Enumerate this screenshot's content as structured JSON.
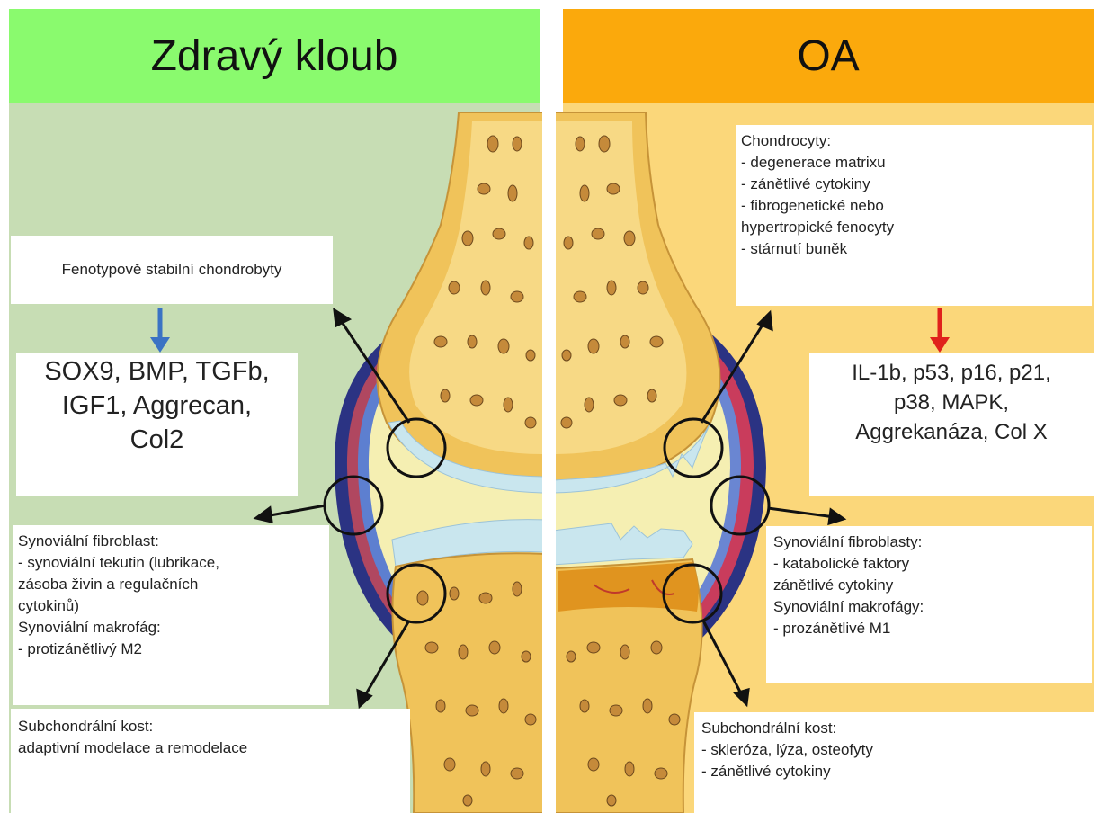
{
  "headers": {
    "left": "Zdravý kloub",
    "right": "OA"
  },
  "left": {
    "phenotype_box": "Fenotypově stabilní chondrobyty",
    "markers": [
      "SOX9, BMP, TGFb,",
      "IGF1, Aggrecan,",
      "Col2"
    ],
    "synovial_box": [
      "Synoviální fibroblast:",
      "- synoviální tekutin (lubrikace,",
      "zásoba živin a regulačních",
      "cytokinů)",
      "Synoviální makrofág:",
      "- protizánětlivý M2"
    ],
    "bone_box": [
      "Subchondrální kost:",
      "adaptivní modelace a remodelace"
    ]
  },
  "right": {
    "chondro_box": [
      "Chondrocyty:",
      "- degenerace matrixu",
      "- zánětlivé cytokiny",
      "- fibrogenetické nebo",
      "hypertropické fenocyty",
      "- stárnutí buněk"
    ],
    "markers": [
      "IL-1b, p53, p16, p21,",
      "p38, MAPK,",
      "Aggrekanáza, Col X"
    ],
    "synovial_box": [
      "Synoviální fibroblasty:",
      "- katabolické faktory",
      "zánětlivé cytokiny",
      "Synoviální makrofágy:",
      "- prozánětlivé M1"
    ],
    "bone_box": [
      "Subchondrální kost:",
      "- skleróza, lýza, osteofyty",
      "- zánětlivé cytokiny"
    ]
  },
  "colors": {
    "healthy_header": "#8afa6e",
    "oa_header": "#fba90c",
    "healthy_panel": "#c7ddb4",
    "oa_panel": "#fbd77a",
    "blue_arrow": "#3b73c4",
    "red_arrow": "#e0211b",
    "bone": "#f0c35a",
    "cartilage": "#c9e6ee",
    "synovium_blue": "#28307a",
    "synovium_red": "#a8324a"
  }
}
